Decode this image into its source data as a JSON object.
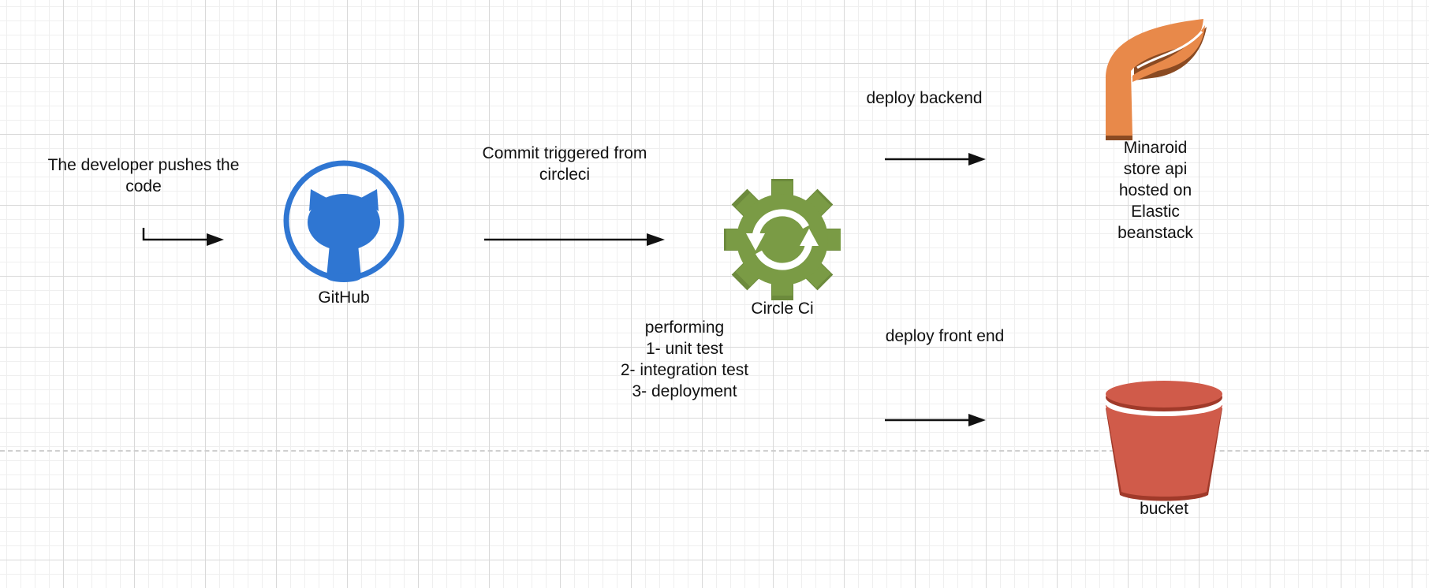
{
  "diagram": {
    "developer_label": [
      "The developer pushes the",
      "code"
    ],
    "github_label": "GitHub",
    "commit_label": [
      "Commit triggered from",
      "circleci"
    ],
    "circleci_label": "Circle Ci",
    "performing_label": [
      "performing",
      "1- unit test",
      "2- integration test",
      "3- deployment"
    ],
    "deploy_backend_label": "deploy backend",
    "deploy_frontend_label": "deploy front end",
    "api_label": [
      "Minaroid",
      "store api",
      "hosted on",
      "Elastic",
      "beanstack"
    ],
    "bucket_label": "bucket"
  },
  "icons": {
    "github": "github-octocat-icon",
    "circleci": "gear-sync-icon",
    "elastic_beanstalk": "elastic-beanstalk-icon",
    "s3_bucket": "bucket-icon"
  },
  "colors": {
    "github_blue": "#2f76d2",
    "circleci_green": "#7a9b45",
    "beanstalk_orange": "#e8894a",
    "bucket_red": "#d05b4a"
  }
}
